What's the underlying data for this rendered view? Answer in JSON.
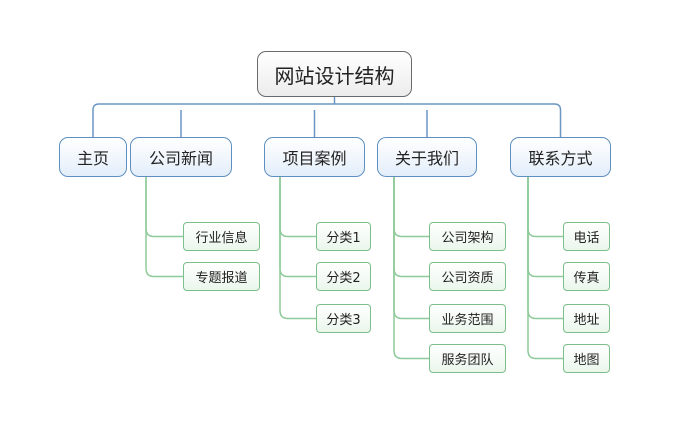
{
  "diagram": {
    "root": "网站设计结构",
    "branches": [
      {
        "label": "主页",
        "children": []
      },
      {
        "label": "公司新闻",
        "children": [
          "行业信息",
          "专题报道"
        ]
      },
      {
        "label": "项目案例",
        "children": [
          "分类1",
          "分类2",
          "分类3"
        ]
      },
      {
        "label": "关于我们",
        "children": [
          "公司架构",
          "公司资质",
          "业务范围",
          "服务团队"
        ]
      },
      {
        "label": "联系方式",
        "children": [
          "电话",
          "传真",
          "地址",
          "地图"
        ]
      }
    ],
    "colors": {
      "root_border": "#6a6a6a",
      "main_border": "#5f8fc0",
      "main_line": "#6b96c4",
      "sub_border": "#7cbf8a",
      "sub_line": "#8fcb9a"
    }
  }
}
